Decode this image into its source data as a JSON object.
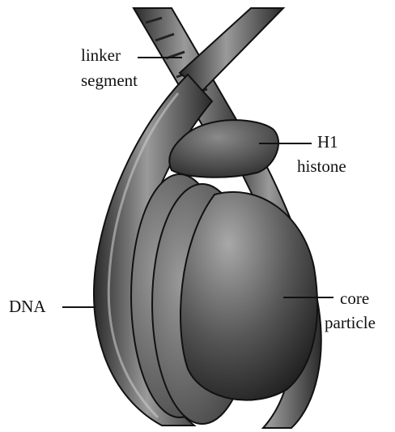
{
  "labels": {
    "linker_line1": "linker",
    "linker_line2": "segment",
    "h1_line1": "H1",
    "h1_line2": "histone",
    "dna": "DNA",
    "core_line1": "core",
    "core_line2": "particle"
  },
  "colors": {
    "background": "#ffffff",
    "ink": "#111111",
    "dna_dark": "#2a2a2a",
    "dna_light": "#9a9a9a",
    "core_dark": "#1c1c1c",
    "core_light": "#a8a8a8"
  }
}
